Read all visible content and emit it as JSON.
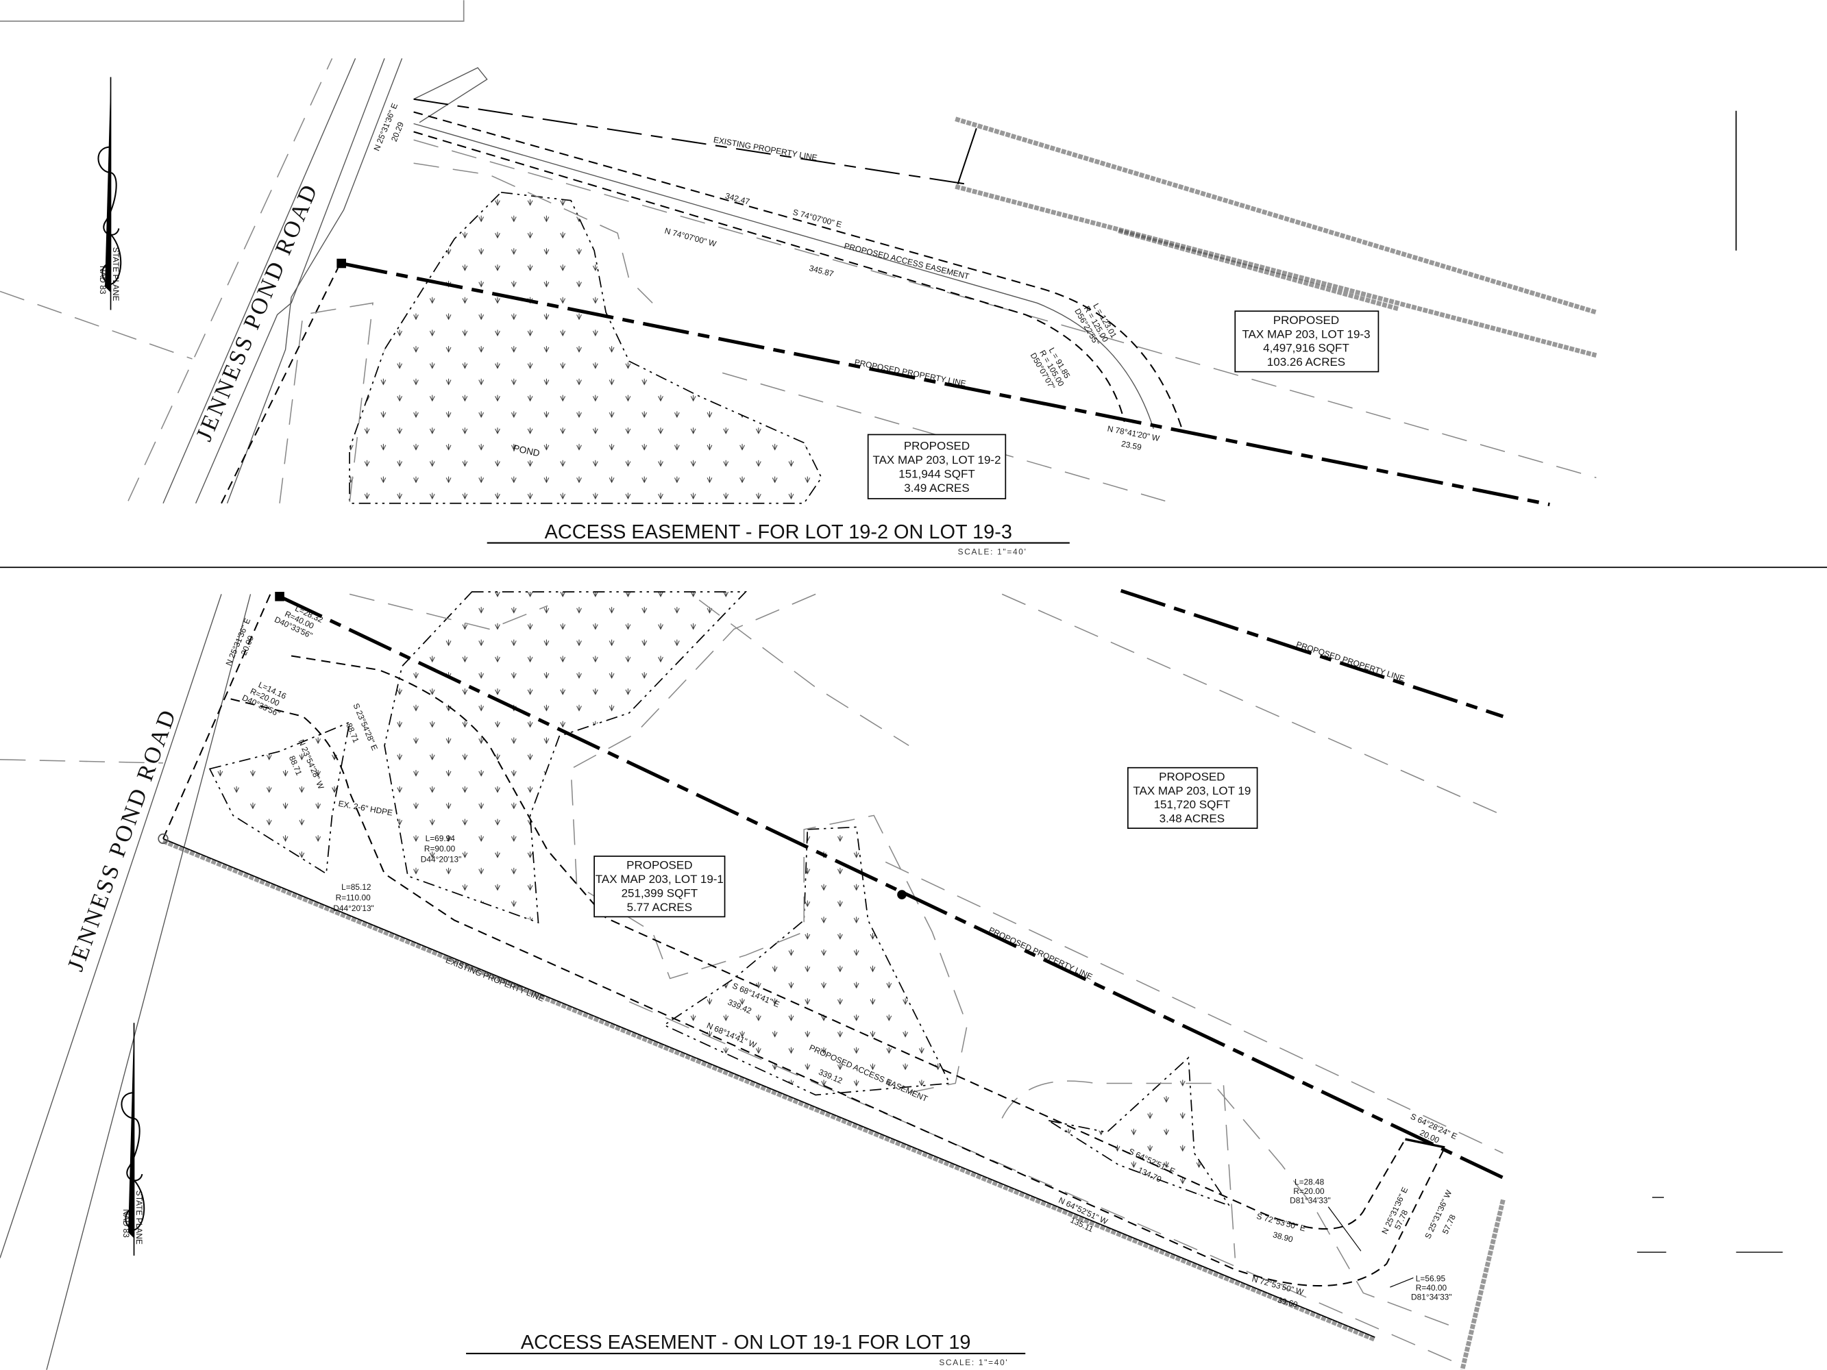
{
  "top_panel": {
    "title": "ACCESS EASEMENT - FOR LOT 19-2 ON LOT 19-3",
    "scale": "SCALE: 1\"=40'",
    "road_name": "JENNESS POND ROAD",
    "north_arrow": {
      "line1": "STATE PLANE",
      "line2": "NAD 83"
    },
    "pond_label": "POND",
    "labels": {
      "existing_property_line": "EXISTING PROPERTY LINE",
      "proposed_access_easement": "PROPOSED ACCESS EASEMENT",
      "proposed_property_line": "PROPOSED PROPERTY LINE",
      "road_frontage_bearing": "N 25°31'36\" E",
      "road_frontage_dist": "20.29",
      "north_bearing": "S 74°07'00\" E",
      "north_dist": "342.47",
      "south_bearing": "N 74°07'00\" W",
      "south_dist": "345.87",
      "outer_curve": [
        "L = 123.01",
        "R = 125.00",
        "D56°22'55\""
      ],
      "inner_curve": [
        "L = 91.85",
        "R = 105.00",
        "D50°07'07\""
      ],
      "end_bearing": "N 78°41'20\" W",
      "end_dist": "23.59"
    },
    "lots": [
      {
        "line1": "PROPOSED",
        "line2": "TAX MAP 203, LOT 19-3",
        "sqft": "4,497,916 SQFT",
        "acres": "103.26 ACRES"
      },
      {
        "line1": "PROPOSED",
        "line2": "TAX MAP 203, LOT 19-2",
        "sqft": "151,944 SQFT",
        "acres": "3.49 ACRES"
      }
    ]
  },
  "bottom_panel": {
    "title": "ACCESS EASEMENT - ON LOT 19-1 FOR LOT 19",
    "scale": "SCALE: 1\"=40'",
    "road_name": "JENNESS POND ROAD",
    "north_arrow": {
      "line1": "STATE PLANE",
      "line2": "NAD 83"
    },
    "labels": {
      "existing_property_line": "EXISTING PROPERTY LINE",
      "proposed_access_easement": "PROPOSED ACCESS EASEMENT",
      "proposed_property_line_1": "PROPOSED PROPERTY LINE",
      "proposed_property_line_2": "PROPOSED PROPERTY LINE",
      "road_bearing": "N 25°31'36\" E",
      "road_dist": "20.00",
      "curve_a": [
        "L=28.32",
        "R=40.00",
        "D40°33'56\""
      ],
      "curve_b": [
        "L=14.16",
        "R=20.00",
        "D40°33'56\""
      ],
      "seg_se_bearing": "S 23°54'28\" E",
      "seg_se_dist": "88.71",
      "seg_nw_bearing": "N 23°54'28\" W",
      "seg_nw_dist": "88.71",
      "hdpe": "EX. 2-6\" HDPE",
      "curve_c": [
        "L=69.94",
        "R=90.00",
        "D44°20'13\""
      ],
      "curve_d": [
        "L=85.12",
        "R=110.00",
        "D44°20'13\""
      ],
      "mid_n_bearing": "S 68°14'41\" E",
      "mid_n_dist": "339.42",
      "mid_s_bearing": "N 68°14'41\" W",
      "mid_s_dist": "339.12",
      "e_n_bearing": "S 64°52'51\" E",
      "e_n_dist": "134.70",
      "e_s_bearing": "N 64°52'51\" W",
      "e_s_dist": "135.11",
      "f_n_bearing": "S 72°53'50\" E",
      "f_n_dist": "38.90",
      "f_s_bearing": "N 72°53'50\" W",
      "f_s_dist": "39.60",
      "curve_e": [
        "L=28.48",
        "R=20.00",
        "D81°34'33\""
      ],
      "curve_f": [
        "L=56.95",
        "R=40.00",
        "D81°34'33\""
      ],
      "end_ne_bearing": "N 25°31'36\" E",
      "end_ne_dist": "57.78",
      "end_sw_bearing": "S 25°31'36\" W",
      "end_sw_dist": "57.78",
      "end_top_bearing": "S 64°28'24\" E",
      "end_top_dist": "20.00"
    },
    "lots": [
      {
        "line1": "PROPOSED",
        "line2": "TAX MAP 203, LOT 19-1",
        "sqft": "251,399 SQFT",
        "acres": "5.77 ACRES"
      },
      {
        "line1": "PROPOSED",
        "line2": "TAX MAP 203, LOT 19",
        "sqft": "151,720 SQFT",
        "acres": "3.48 ACRES"
      }
    ]
  }
}
